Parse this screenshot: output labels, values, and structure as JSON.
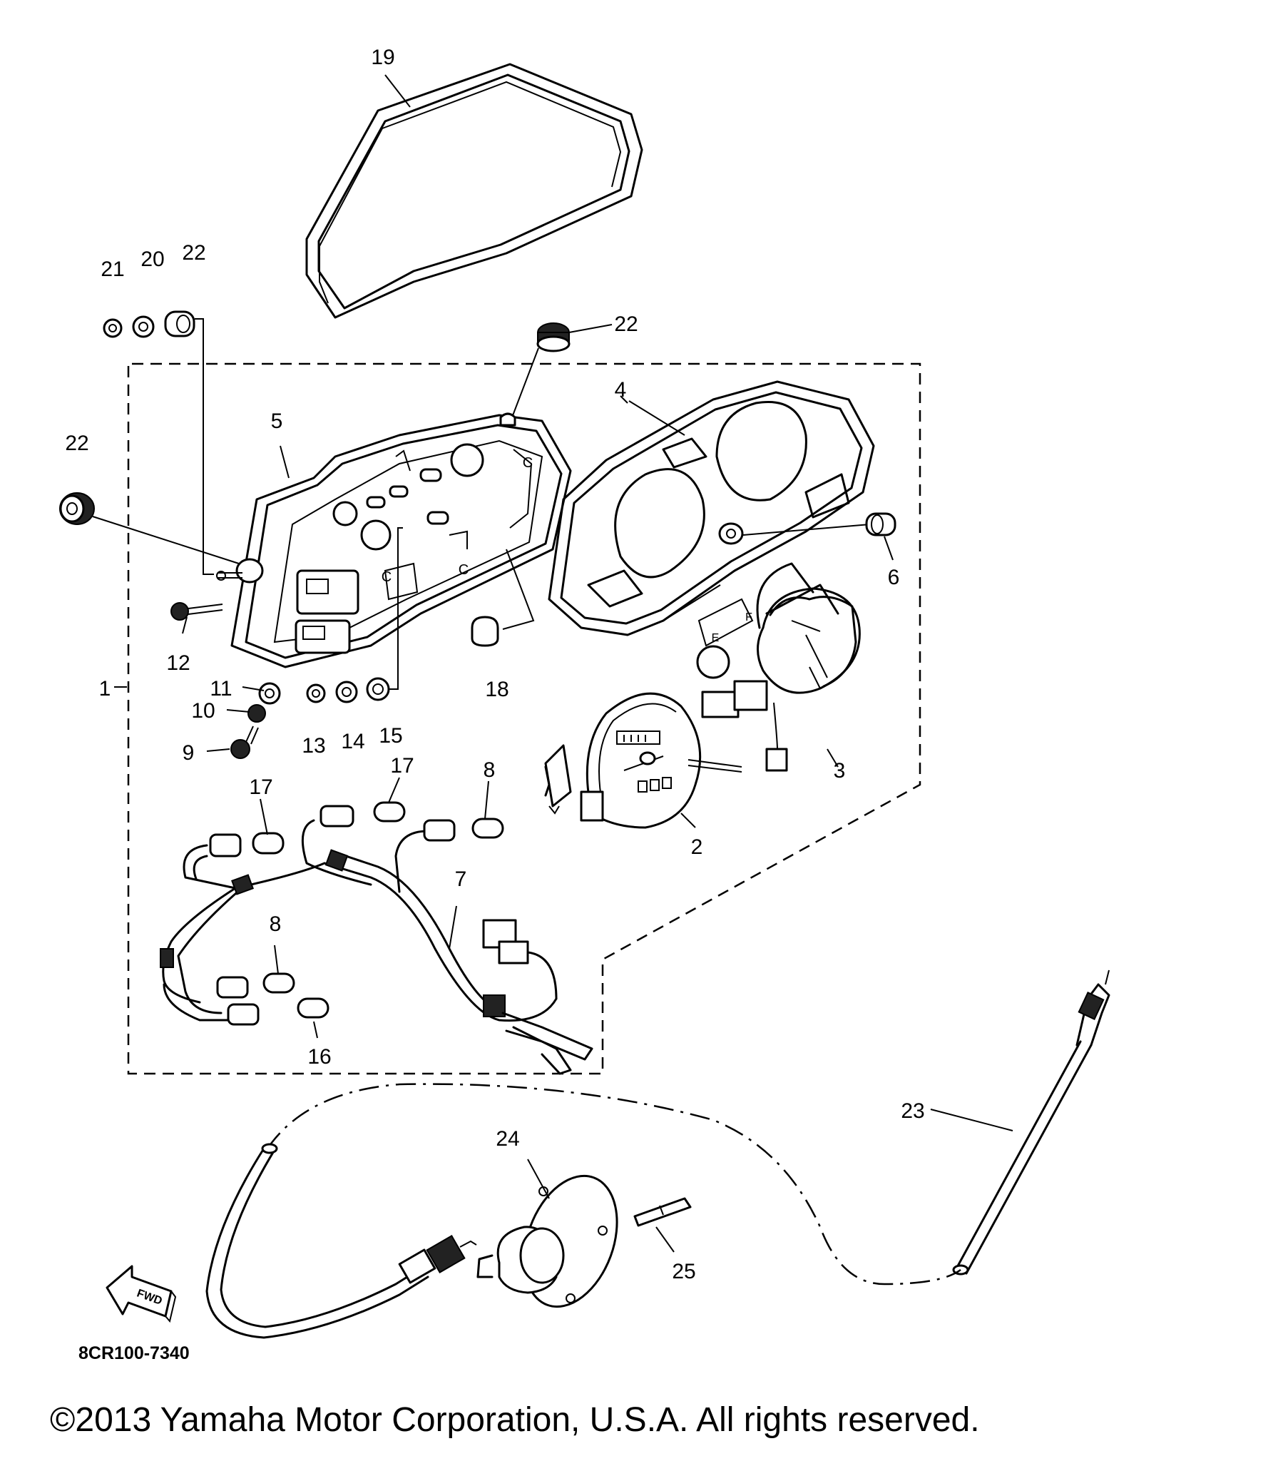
{
  "diagram": {
    "callouts": [
      {
        "id": "19",
        "text": "19"
      },
      {
        "id": "21",
        "text": "21"
      },
      {
        "id": "20",
        "text": "20"
      },
      {
        "id": "22a",
        "text": "22"
      },
      {
        "id": "22b",
        "text": "22"
      },
      {
        "id": "22c",
        "text": "22"
      },
      {
        "id": "5",
        "text": "5"
      },
      {
        "id": "4",
        "text": "4"
      },
      {
        "id": "6",
        "text": "6"
      },
      {
        "id": "12",
        "text": "12"
      },
      {
        "id": "1",
        "text": "1"
      },
      {
        "id": "11",
        "text": "11"
      },
      {
        "id": "10",
        "text": "10"
      },
      {
        "id": "9",
        "text": "9"
      },
      {
        "id": "13",
        "text": "13"
      },
      {
        "id": "14",
        "text": "14"
      },
      {
        "id": "15",
        "text": "15"
      },
      {
        "id": "18",
        "text": "18"
      },
      {
        "id": "3",
        "text": "3"
      },
      {
        "id": "2",
        "text": "2"
      },
      {
        "id": "17a",
        "text": "17"
      },
      {
        "id": "17b",
        "text": "17"
      },
      {
        "id": "8a",
        "text": "8"
      },
      {
        "id": "8b",
        "text": "8"
      },
      {
        "id": "7",
        "text": "7"
      },
      {
        "id": "16",
        "text": "16"
      },
      {
        "id": "23",
        "text": "23"
      },
      {
        "id": "24",
        "text": "24"
      },
      {
        "id": "25",
        "text": "25"
      }
    ],
    "fwd_label": "FWD",
    "part_code": "8CR100-7340",
    "gauge_marks": [
      "E",
      "F"
    ]
  },
  "footer": {
    "copyright": "©2013 Yamaha Motor Corporation, U.S.A. All rights reserved."
  }
}
